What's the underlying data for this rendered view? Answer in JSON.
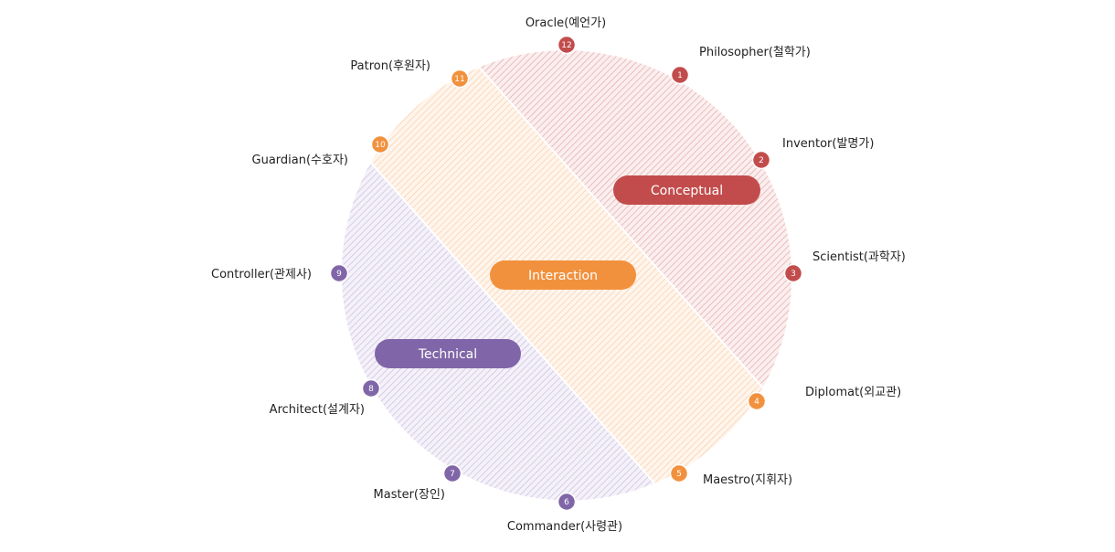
{
  "colors": {
    "conceptual": "#c24c4c",
    "interaction": "#f2913d",
    "technical": "#8066a8"
  },
  "regions": [
    {
      "key": "conceptual",
      "label": "Conceptual"
    },
    {
      "key": "interaction",
      "label": "Interaction"
    },
    {
      "key": "technical",
      "label": "Technical"
    }
  ],
  "nodes": [
    {
      "num": "12",
      "label": "Oracle(예언가)",
      "group": "conceptual"
    },
    {
      "num": "1",
      "label": "Philosopher(철학가)",
      "group": "conceptual"
    },
    {
      "num": "2",
      "label": "Inventor(발명가)",
      "group": "conceptual"
    },
    {
      "num": "3",
      "label": "Scientist(과학자)",
      "group": "conceptual"
    },
    {
      "num": "4",
      "label": "Diplomat(외교관)",
      "group": "interaction"
    },
    {
      "num": "5",
      "label": "Maestro(지휘자)",
      "group": "interaction"
    },
    {
      "num": "6",
      "label": "Commander(사령관)",
      "group": "technical"
    },
    {
      "num": "7",
      "label": "Master(장인)",
      "group": "technical"
    },
    {
      "num": "8",
      "label": "Architect(설계자)",
      "group": "technical"
    },
    {
      "num": "9",
      "label": "Controller(관제사)",
      "group": "technical"
    },
    {
      "num": "10",
      "label": "Guardian(수호자)",
      "group": "interaction"
    },
    {
      "num": "11",
      "label": "Patron(후원자)",
      "group": "interaction"
    }
  ]
}
